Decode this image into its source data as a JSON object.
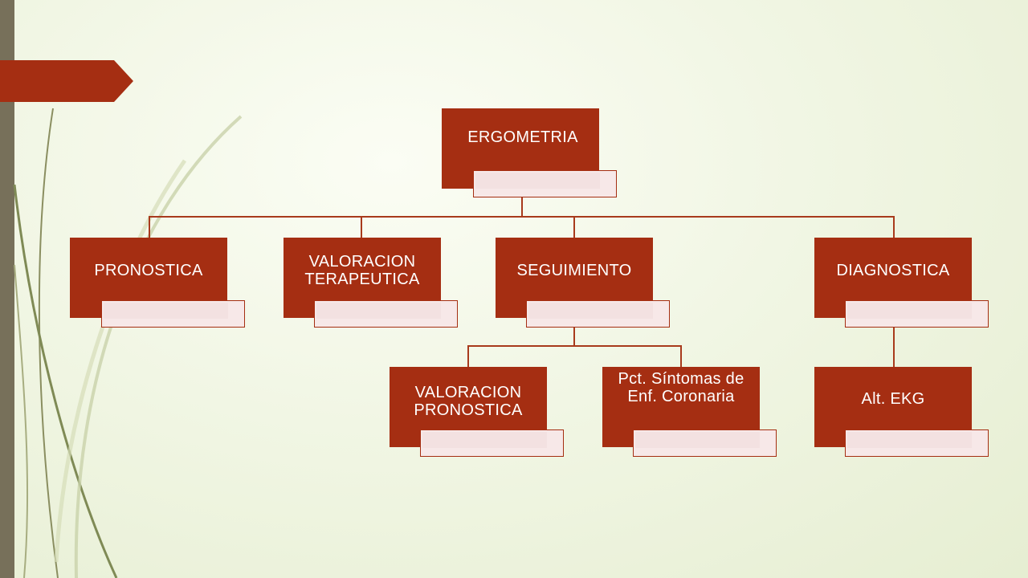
{
  "diagram": {
    "root": {
      "id": "ergometria",
      "label": "ERGOMETRIA"
    },
    "children": [
      {
        "id": "pronostica",
        "label": "PRONOSTICA",
        "children": []
      },
      {
        "id": "valoracion-terapeutica",
        "label": "VALORACION TERAPEUTICA",
        "children": []
      },
      {
        "id": "seguimiento",
        "label": "SEGUIMIENTO",
        "children": [
          {
            "id": "valoracion-pronostica",
            "label": "VALORACION PRONOSTICA"
          },
          {
            "id": "pct-sintomas",
            "label": "Pct. Síntomas de Enf. Coronaria"
          }
        ]
      },
      {
        "id": "diagnostica",
        "label": "DIAGNOSTICA",
        "children": [
          {
            "id": "alt-ekg",
            "label": "Alt. EKG"
          }
        ]
      }
    ]
  },
  "colors": {
    "node_fill": "#a52e12",
    "node_text": "#ffffff",
    "tag_fill": "#f7e8e8",
    "connector": "#a83a1c",
    "sidebar": "#77705a",
    "accent_arrow": "#a52e12"
  }
}
